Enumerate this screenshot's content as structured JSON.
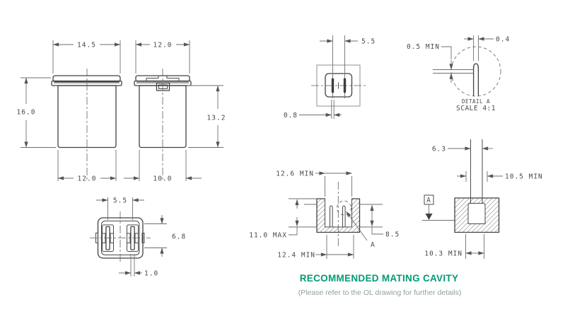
{
  "views": {
    "front": {
      "dim_width_top": "14.5",
      "dim_height": "16.0",
      "dim_width_bottom": "12.0"
    },
    "side": {
      "dim_width_top": "12.0",
      "dim_height": "13.2",
      "dim_width_bottom": "10.0"
    },
    "bottom": {
      "dim_terminal_pitch": "5.5",
      "dim_terminal_height": "6.8",
      "dim_slot_width": "1.0"
    },
    "top": {
      "dim_slot_pitch": "5.5",
      "dim_slot_width": "0.8"
    },
    "detail_a": {
      "dim_tip_width": "0.4",
      "dim_tip_clearance": "0.5 MIN",
      "caption_line1": "DETAIL A",
      "caption_line2": "SCALE 4:1"
    },
    "cavity_front": {
      "dim_opening_top": "12.6 MIN",
      "dim_depth": "11.0 MAX",
      "dim_opening_bottom": "12.4 MIN",
      "dim_pin_height": "8.5",
      "detail_callout": "A"
    },
    "cavity_side": {
      "dim_terminal_slot": "6.3",
      "dim_opening": "10.5 MIN",
      "dim_floor": "10.3 MIN",
      "datum_label": "A"
    }
  },
  "footer": {
    "title": "RECOMMENDED MATING CAVITY",
    "subtitle": "(Please refer to the OL drawing for further details)"
  },
  "colors": {
    "accent_green": "#009B77",
    "subtitle_gray": "#8FA29C",
    "dim_text": "#4A4A4A",
    "object_line": "#414141",
    "dim_line": "#6F6F6F"
  }
}
